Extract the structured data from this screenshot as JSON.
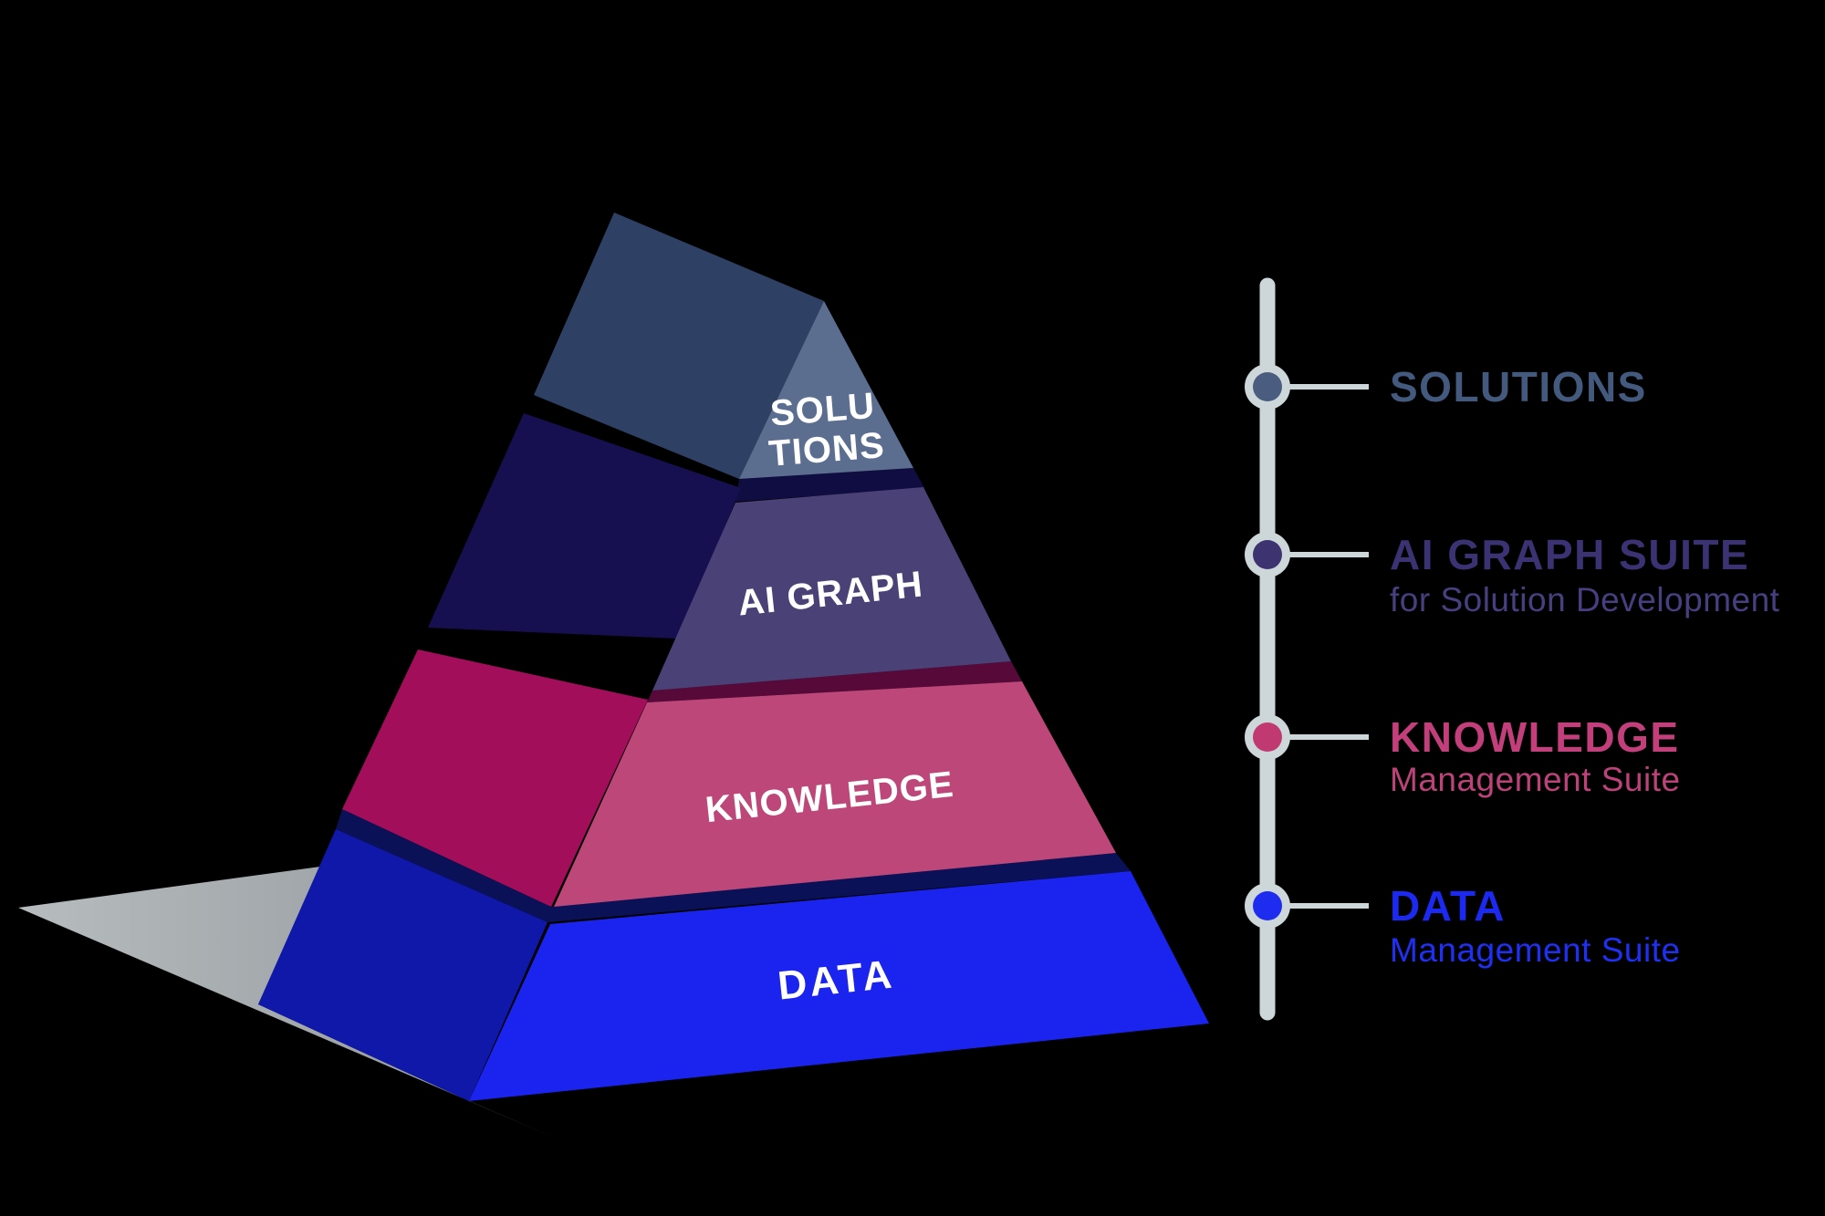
{
  "background": "#000000",
  "pyramid": {
    "label_color": "#ffffff",
    "shadow_light": "#b7bcbe",
    "shadow_dark": "#8f969a",
    "levels": [
      {
        "id": "solutions",
        "label": "SOLUTIONS",
        "label_lines": [
          "SOLU",
          "TIONS"
        ],
        "left_color": "#2e4164",
        "front_color": "#5b6e90"
      },
      {
        "id": "ai-graph",
        "label": "AI GRAPH",
        "left_color": "#161050",
        "front_color": "#4a4177",
        "top_band_color": "#100d42"
      },
      {
        "id": "knowledge",
        "label": "KNOWLEDGE",
        "left_color": "#a30e5b",
        "front_color": "#bc4778",
        "top_band_color": "#570a3a"
      },
      {
        "id": "data",
        "label": "DATA",
        "left_color": "#0f18a8",
        "front_color": "#1b24ef",
        "top_band_color": "#0a1156"
      }
    ]
  },
  "timeline": {
    "bar_color": "#cdd7da"
  },
  "legend": {
    "items": [
      {
        "title": "SOLUTIONS",
        "subtitle": "",
        "dot_color": "#4a5d80",
        "title_color": "#44597e",
        "subtitle_color": "#44597e"
      },
      {
        "title": "AI GRAPH SUITE",
        "subtitle": "for Solution Development",
        "dot_color": "#3e3371",
        "title_color": "#3a3272",
        "subtitle_color": "#473f80"
      },
      {
        "title": "KNOWLEDGE",
        "subtitle": "Management Suite",
        "dot_color": "#c03a71",
        "title_color": "#c33f7c",
        "subtitle_color": "#bc4379"
      },
      {
        "title": "DATA",
        "subtitle": "Management Suite",
        "dot_color": "#1e2cf0",
        "title_color": "#1c29f0",
        "subtitle_color": "#2030f2"
      }
    ]
  }
}
